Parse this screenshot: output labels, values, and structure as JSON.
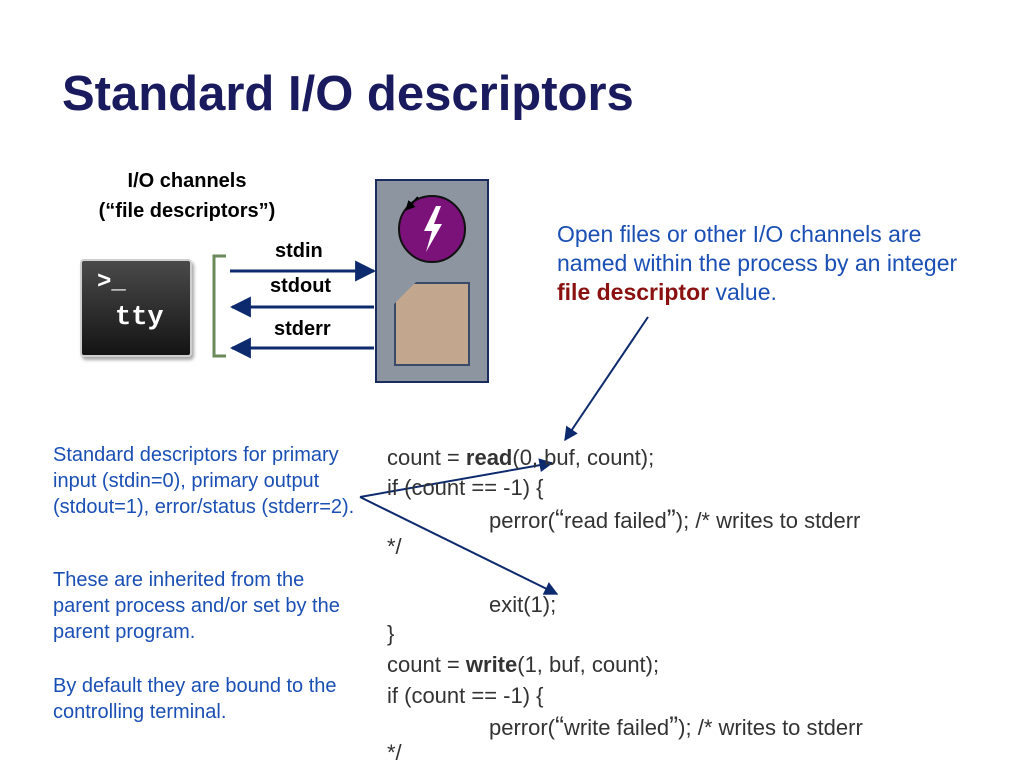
{
  "title": "Standard I/O descriptors",
  "io_channels": {
    "line1": "I/O channels",
    "line2": "(“file descriptors”)"
  },
  "streams": {
    "stdin": "stdin",
    "stdout": "stdout",
    "stderr": "stderr"
  },
  "tty": {
    "prompt": ">_",
    "label": "tty"
  },
  "right_note": {
    "text": "Open files or other I/O channels are named within the process by an integer ",
    "highlight": "file descriptor",
    "suffix": " value."
  },
  "left_notes": {
    "p1": "Standard descriptors for primary input (stdin=0), primary output (stdout=1), error/status (stderr=2).",
    "p2": "These are inherited from the parent process and/or set by the parent program.",
    "p3": "By default they are bound to the controlling terminal."
  },
  "code": {
    "l1_pre": "count = ",
    "l1_fn": "read",
    "l1_post": "(0, buf, count);",
    "l2": "if (count == -1)  {",
    "l3_pre": "perror(",
    "l3_open_quote": "“",
    "l3_msg": "read failed",
    "l3_close_quote": "”",
    "l3_post": ");  /* writes to stderr",
    "l4": "*/",
    "l5": "exit(1);",
    "l6": "}",
    "l7_pre": "count = ",
    "l7_fn": "write",
    "l7_post": "(1, buf, count);",
    "l8": "if (count == -1) {",
    "l9_pre": "perror(",
    "l9_open_quote": "“",
    "l9_msg": "write failed",
    "l9_close_quote": "”",
    "l9_post": ");  /* writes to stderr",
    "l10": "*/"
  },
  "colors": {
    "title": "#1a1a5e",
    "note_blue": "#1a4fb4",
    "arrow_navy": "#0d2a6e",
    "highlight_red": "#8b1010",
    "process_gray": "#8c95a0",
    "kernel_purple": "#7a127a",
    "file_tan": "#c2a68e",
    "bracket_green": "#6b8a5a"
  },
  "icons": {
    "tty": "terminal-icon",
    "kernel": "lightning-bolt-icon",
    "file": "file-icon"
  }
}
